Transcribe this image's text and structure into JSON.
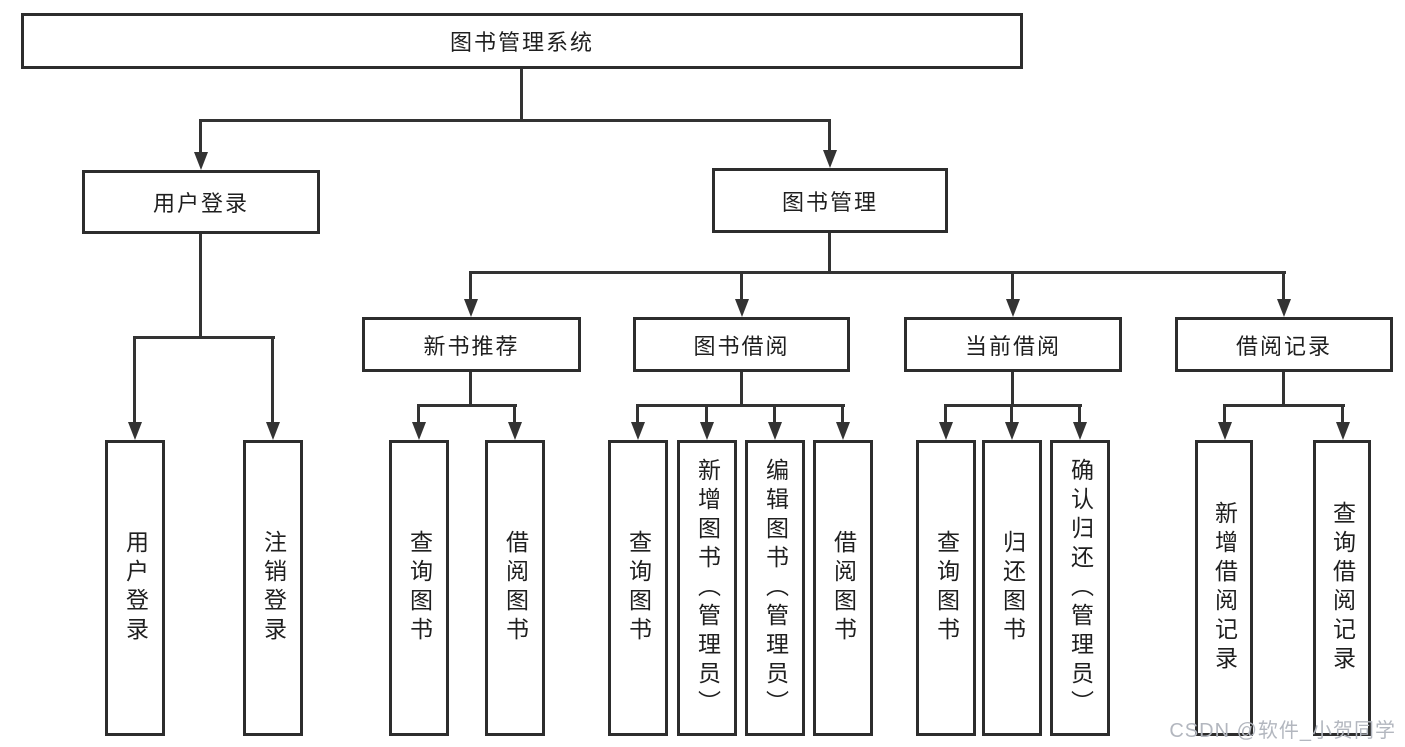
{
  "colors": {
    "line": "#333333",
    "border": "#2d2d2d",
    "text": "#1f1f1f",
    "canvas-bg": "#ffffff",
    "watermark": "#b3b7bf"
  },
  "diagram": {
    "type": "tree",
    "root": {
      "label": "图书管理系统"
    },
    "level2": [
      {
        "label": "用户登录"
      },
      {
        "label": "图书管理"
      }
    ],
    "level3": [
      {
        "label": "新书推荐",
        "parent": "图书管理"
      },
      {
        "label": "图书借阅",
        "parent": "图书管理"
      },
      {
        "label": "当前借阅",
        "parent": "图书管理"
      },
      {
        "label": "借阅记录",
        "parent": "图书管理"
      }
    ],
    "leaves": [
      {
        "label": "用户登录",
        "parent": "用户登录"
      },
      {
        "label": "注销登录",
        "parent": "用户登录"
      },
      {
        "label": "查询图书",
        "parent": "新书推荐"
      },
      {
        "label": "借阅图书",
        "parent": "新书推荐"
      },
      {
        "label": "查询图书",
        "parent": "图书借阅"
      },
      {
        "label": "新增图书（管理员）",
        "parent": "图书借阅"
      },
      {
        "label": "编辑图书（管理员）",
        "parent": "图书借阅"
      },
      {
        "label": "借阅图书",
        "parent": "图书借阅"
      },
      {
        "label": "查询图书",
        "parent": "当前借阅"
      },
      {
        "label": "归还图书",
        "parent": "当前借阅"
      },
      {
        "label": "确认归还（管理员）",
        "parent": "当前借阅"
      },
      {
        "label": "新增借阅记录",
        "parent": "借阅记录"
      },
      {
        "label": "查询借阅记录",
        "parent": "借阅记录"
      }
    ]
  },
  "watermark": {
    "text": "CSDN @软件_小贺同学"
  }
}
